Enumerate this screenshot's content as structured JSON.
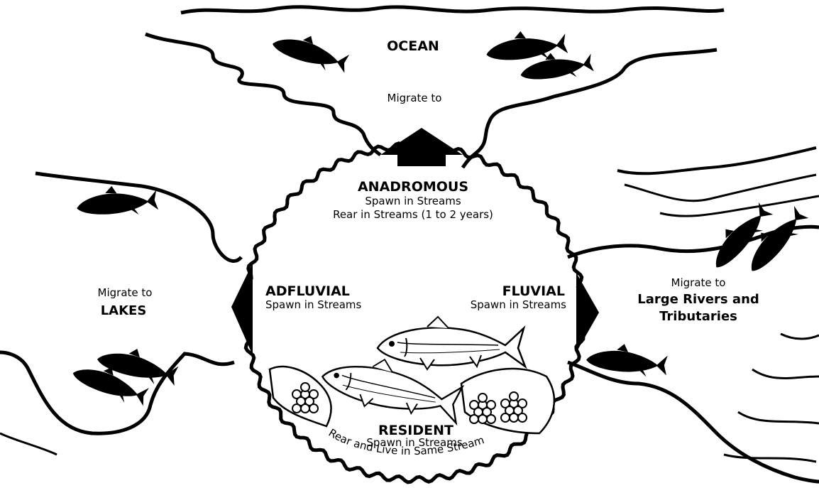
{
  "ocean": {
    "title": "OCEAN",
    "migrate": "Migrate to"
  },
  "anadromous": {
    "title": "ANADROMOUS",
    "line1": "Spawn in Streams",
    "line2": "Rear in Streams (1 to 2 years)"
  },
  "adfluvial": {
    "title": "ADFLUVIAL",
    "line1": "Spawn in Streams"
  },
  "fluvial": {
    "title": "FLUVIAL",
    "line1": "Spawn in Streams"
  },
  "lakes": {
    "migrate": "Migrate to",
    "target": "LAKES"
  },
  "rivers": {
    "migrate": "Migrate to",
    "target_line1": "Large Rivers and",
    "target_line2": "Tributaries"
  },
  "resident": {
    "title": "RESIDENT",
    "line1": "Spawn in Streams",
    "line2": "Rear and Live in Same Stream"
  },
  "colors": {
    "ink": "#000000",
    "paper": "#ffffff"
  }
}
